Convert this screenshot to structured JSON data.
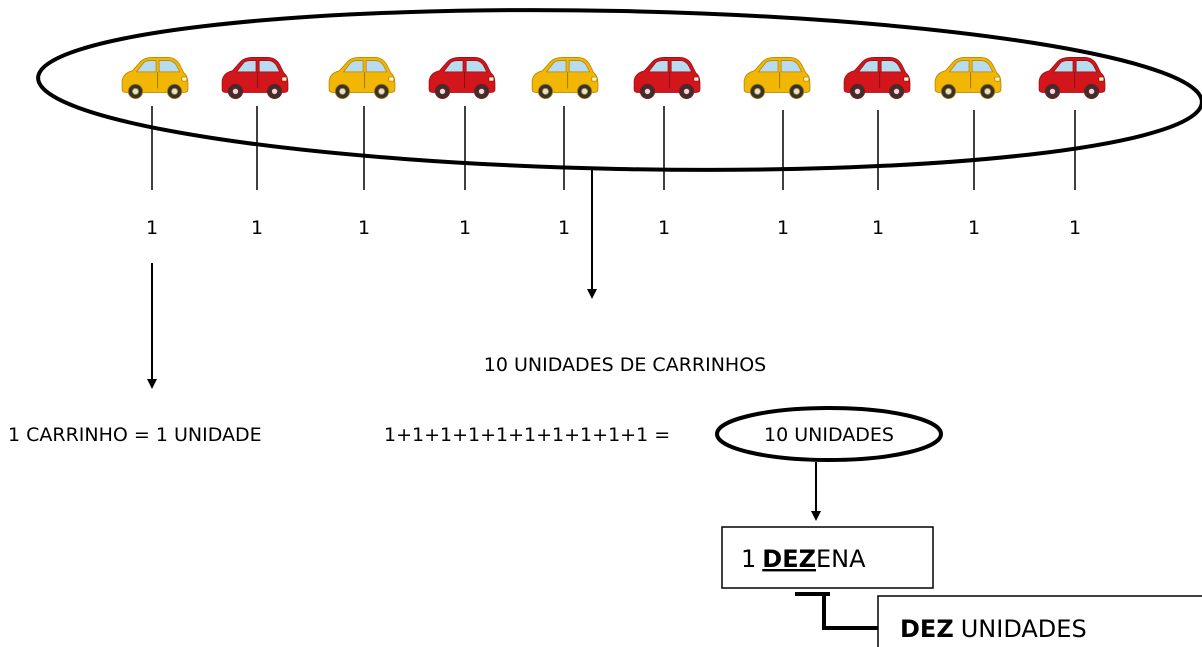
{
  "cars": [
    {
      "color": "yellow",
      "label": "1"
    },
    {
      "color": "red",
      "label": "1"
    },
    {
      "color": "yellow",
      "label": "1"
    },
    {
      "color": "red",
      "label": "1"
    },
    {
      "color": "yellow",
      "label": "1"
    },
    {
      "color": "red",
      "label": "1"
    },
    {
      "color": "yellow",
      "label": "1"
    },
    {
      "color": "red",
      "label": "1"
    },
    {
      "color": "yellow",
      "label": "1"
    },
    {
      "color": "red",
      "label": "1"
    }
  ],
  "colors": {
    "yellow": "#f2b705",
    "yellow_light": "#fcd34d",
    "red": "#d2161c",
    "red_dark": "#9e0e12",
    "window": "#b7dcf0",
    "tire": "#333333",
    "stroke": "#000000"
  },
  "text": {
    "group_label": "10 UNIDADES DE CARRINHOS",
    "equation_left": "1 CARRINHO = 1 UNIDADE",
    "sum_expression": "1+1+1+1+1+1+1+1+1+1 =",
    "sum_result": "10 UNIDADES",
    "dezena_number": "1",
    "dezena_prefix": "DEZ",
    "dezena_suffix": "ENA",
    "dez_bold": "DEZ",
    "dez_rest": "UNIDADES"
  }
}
